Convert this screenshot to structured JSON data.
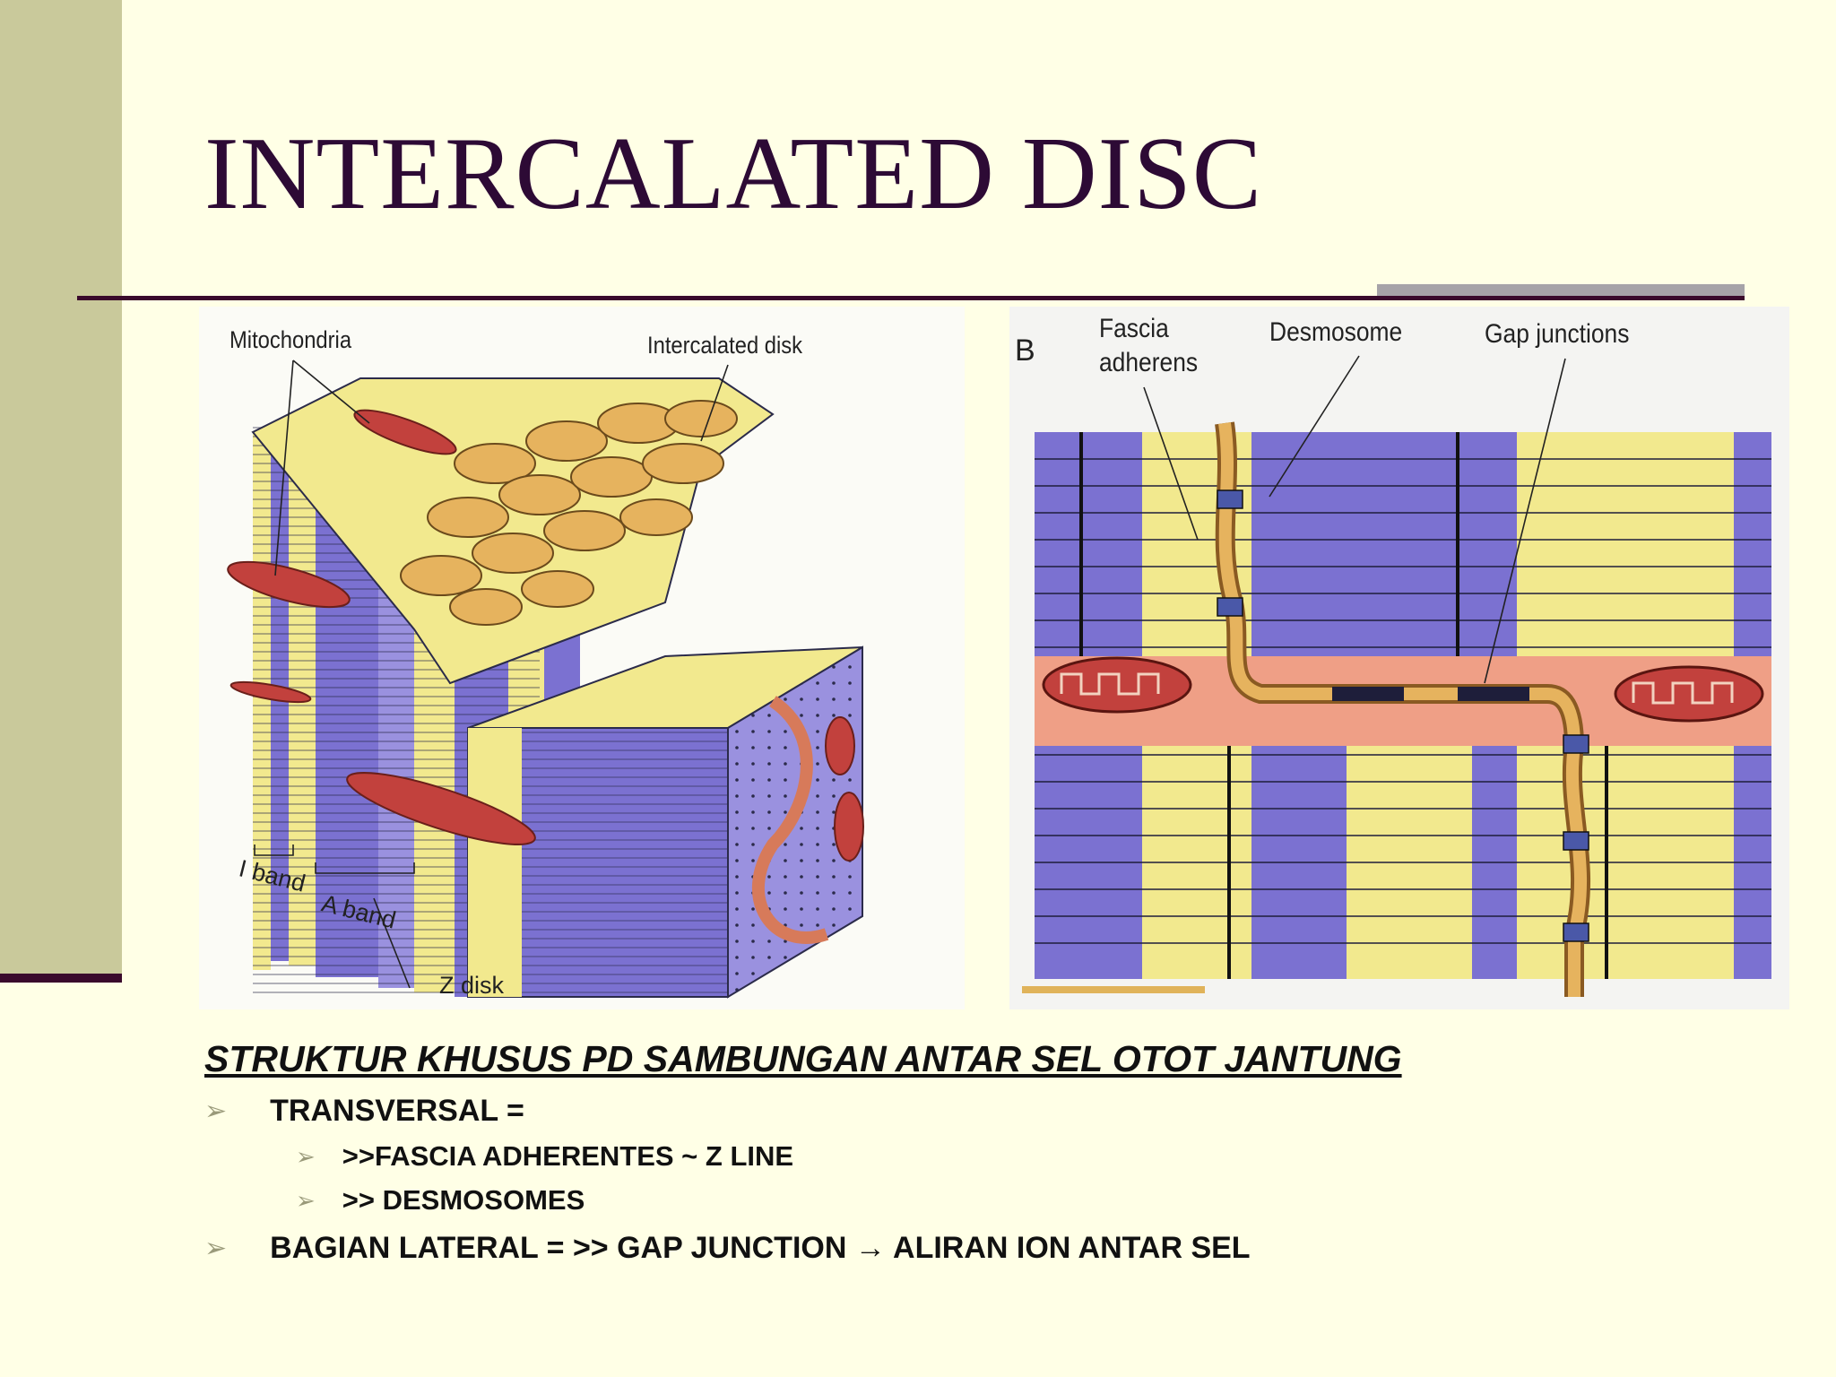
{
  "slide": {
    "title": "INTERCALATED DISC"
  },
  "figure_a": {
    "labels": {
      "mitochondria": "Mitochondria",
      "intercalated_disk": "Intercalated disk",
      "i_band": "I band",
      "a_band": "A band",
      "z_disk": "Z disk"
    }
  },
  "figure_b": {
    "panel_letter": "B",
    "labels": {
      "fascia_line1": "Fascia",
      "fascia_line2": "adherens",
      "desmosome": "Desmosome",
      "gap_junctions": "Gap junctions"
    }
  },
  "text": {
    "heading": "STRUKTUR KHUSUS PD SAMBUNGAN ANTAR SEL OTOT JANTUNG",
    "bullets": [
      {
        "label": "TRANSVERSAL ="
      },
      {
        "label": ">>FASCIA ADHERENTES ~ Z LINE"
      },
      {
        "label": ">> DESMOSOMES"
      },
      {
        "label": "BAGIAN LATERAL = >> GAP JUNCTION → ALIRAN ION ANTAR SEL"
      }
    ]
  },
  "colors": {
    "background": "#ffffe6",
    "sidebar": "#c9c99b",
    "title": "#2d0a35",
    "rule": "#3a0a2c",
    "rule_accent": "#a6a3a8",
    "band_purple": "#7b71d1",
    "band_yellow": "#f2e98e",
    "disc_tan": "#e6b35e",
    "mito_red": "#c2413d"
  },
  "icons": {
    "bullet": "arrow-bullet-icon"
  }
}
